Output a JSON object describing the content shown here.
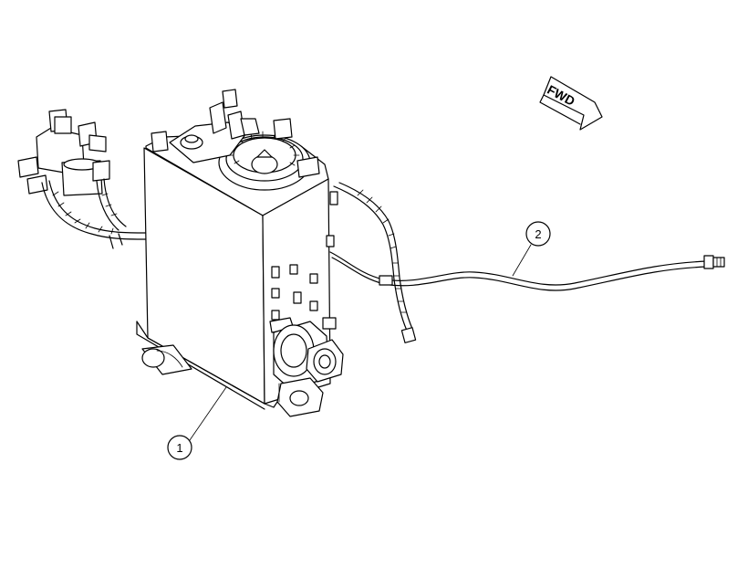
{
  "direction_arrow": {
    "label": "FWD"
  },
  "callouts": [
    {
      "id": "1",
      "label": "1"
    },
    {
      "id": "2",
      "label": "2"
    }
  ],
  "colors": {
    "line": "#000000",
    "background": "#ffffff"
  }
}
